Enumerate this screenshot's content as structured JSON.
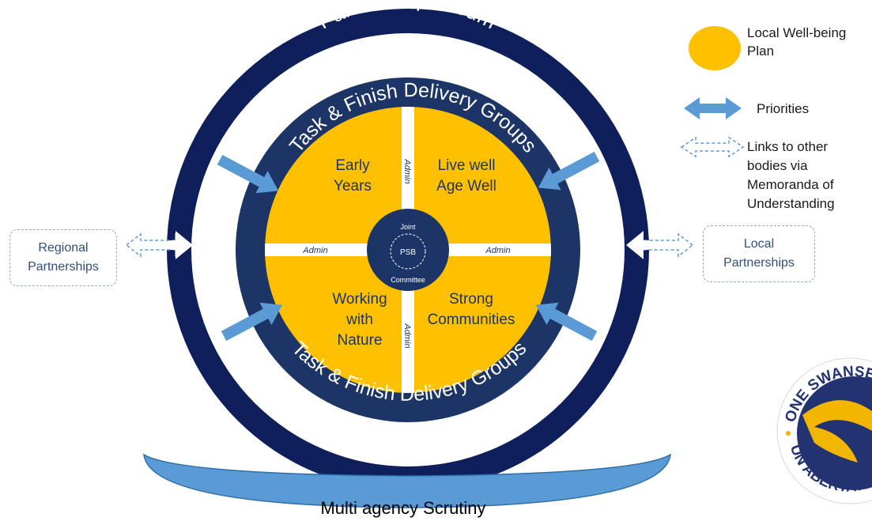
{
  "forum_label": "Partnership Forum",
  "task_groups_label": "Task & Finish Delivery Groups",
  "quadrants": [
    {
      "id": "early-years",
      "lines": [
        "Early",
        "Years"
      ]
    },
    {
      "id": "live-well",
      "lines": [
        "Live well",
        "Age Well"
      ]
    },
    {
      "id": "working-nature",
      "lines": [
        "Working",
        "with",
        "Nature"
      ]
    },
    {
      "id": "strong-communities",
      "lines": [
        "Strong",
        "Communities"
      ]
    }
  ],
  "admin_label": "Admin",
  "center": {
    "top": "Joint",
    "middle": "PSB",
    "bottom": "Committee"
  },
  "regional_partnerships": [
    "Regional",
    "Partnerships"
  ],
  "local_partnerships": [
    "Local",
    "Partnerships"
  ],
  "scrutiny_label": "Multi agency Scrutiny",
  "legend": {
    "plan": [
      "Local Well-being",
      "Plan"
    ],
    "priorities": "Priorities",
    "links": [
      "Links to other",
      "bodies via",
      "Memoranda of",
      "Understanding"
    ]
  },
  "logo": {
    "top_text": "ONE SWANSEA",
    "bottom_text": "UN ABERTAWE"
  },
  "colors": {
    "navy": "#0f1f5c",
    "ring_mid": "#1d3566",
    "gold": "#ffc000",
    "arrow_blue": "#5b9bd5",
    "dashed_blue": "#5b9bd5",
    "white": "#ffffff"
  }
}
